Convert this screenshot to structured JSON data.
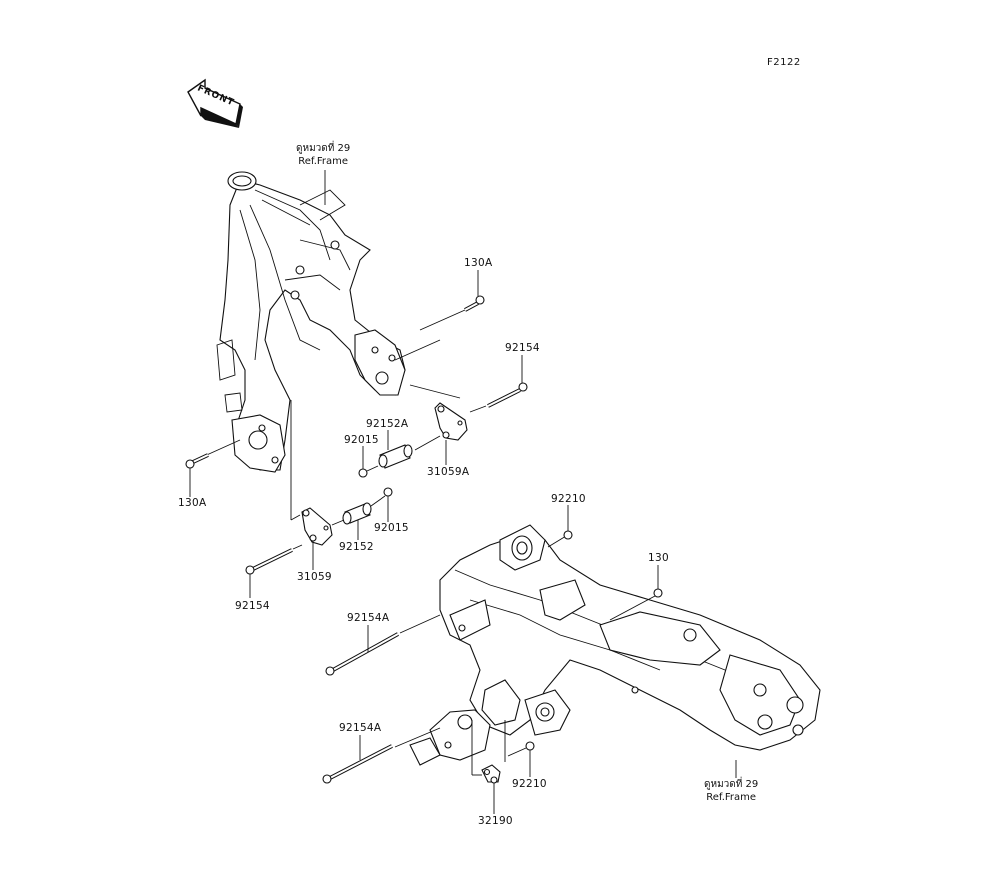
{
  "diagram_code": "F2122",
  "front_arrow": {
    "label": "FRONT",
    "icon": "front-direction-arrow-icon"
  },
  "references": [
    {
      "thai": "ดูหมวดที่ 29",
      "label": "Ref.Frame"
    },
    {
      "thai": "ดูหมวดที่ 29",
      "label": "Ref.Frame"
    }
  ],
  "parts": [
    {
      "number": "130A"
    },
    {
      "number": "92154"
    },
    {
      "number": "92152A"
    },
    {
      "number": "92015"
    },
    {
      "number": "31059A"
    },
    {
      "number": "130A"
    },
    {
      "number": "92015"
    },
    {
      "number": "92152"
    },
    {
      "number": "31059"
    },
    {
      "number": "92154"
    },
    {
      "number": "92210"
    },
    {
      "number": "130"
    },
    {
      "number": "92154A"
    },
    {
      "number": "92154A"
    },
    {
      "number": "92210"
    },
    {
      "number": "32190"
    }
  ]
}
